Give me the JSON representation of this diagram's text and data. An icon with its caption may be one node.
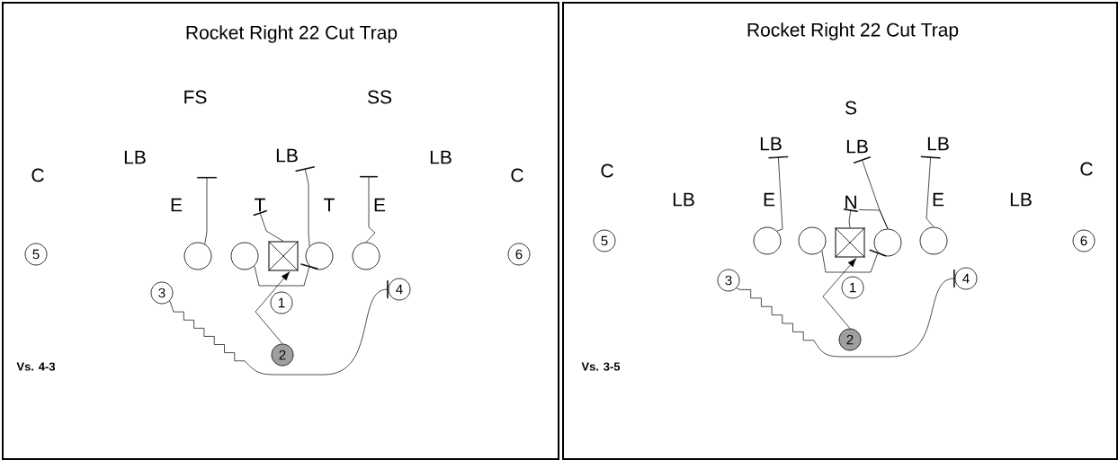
{
  "diagram": {
    "nodes": [
      {
        "text": [
          "Rocket Right 22 Cut Trap",
          "Vs. 4-3"
        ]
      },
      {
        "text": [
          "5"
        ],
        "in": 0
      },
      {
        "text": [],
        "shape": "circle",
        "in": 0
      },
      {
        "text": [],
        "shape": "circle",
        "in": 0
      },
      {
        "text": [],
        "shape": "box",
        "in": 0
      },
      {
        "text": [],
        "shape": "circle",
        "in": 0
      },
      {
        "text": [],
        "shape": "circle",
        "in": 0
      },
      {
        "text": [
          "6"
        ],
        "in": 0
      },
      {
        "text": [
          "3"
        ],
        "in": 0
      },
      {
        "text": [
          "4"
        ],
        "in": 0
      },
      {
        "text": [
          "1"
        ],
        "in": 0
      },
      {
        "text": [
          "2"
        ],
        "in": 0
      },
      {
        "text": [
          "Rocket Right 22 Cut Trap",
          "Vs. 3-5"
        ]
      },
      {
        "text": [
          "5"
        ],
        "in": 12
      },
      {
        "text": [],
        "shape": "circle",
        "in": 12
      },
      {
        "text": [],
        "shape": "circle",
        "in": 12
      },
      {
        "text": [],
        "shape": "box",
        "in": 12
      },
      {
        "text": [],
        "shape": "circle",
        "in": 12
      },
      {
        "text": [],
        "shape": "circle",
        "in": 12
      },
      {
        "text": [
          "6"
        ],
        "in": 12
      },
      {
        "text": [
          "3"
        ],
        "in": 12
      },
      {
        "text": [
          "4"
        ],
        "in": 12
      },
      {
        "text": [
          "1"
        ],
        "in": 12
      },
      {
        "text": [
          "2"
        ],
        "in": 12
      },
      {
        "text": [
          "T"
        ],
        "in": 0
      },
      {
        "text": [
          "N"
        ],
        "in": 12
      },
      {
        "text": [
          "LB"
        ],
        "in": 0
      },
      {
        "text": [
          "LB"
        ],
        "in": 12
      },
      {
        "text": [
          "LB"
        ],
        "in": 12
      },
      {
        "text": [
          "LB"
        ],
        "in": 12
      }
    ],
    "edges": [
      {
        "from": 2,
        "to": null,
        "arrow": "other"
      },
      {
        "from": 4,
        "to": 24,
        "arrow": "other"
      },
      {
        "from": 3,
        "to": 5,
        "arrow": "other"
      },
      {
        "from": 5,
        "to": 26,
        "arrow": "other"
      },
      {
        "from": 6,
        "to": null,
        "arrow": "other"
      },
      {
        "from": 11,
        "to": 4,
        "arrow": "to"
      },
      {
        "from": 8,
        "to": 9,
        "arrow": "other"
      },
      {
        "from": 14,
        "to": 27,
        "arrow": "other"
      },
      {
        "from": 16,
        "to": 25,
        "arrow": "other"
      },
      {
        "from": 15,
        "to": 17,
        "arrow": "other"
      },
      {
        "from": 17,
        "to": 29,
        "arrow": "other"
      },
      {
        "from": 18,
        "to": 28,
        "arrow": "other"
      },
      {
        "from": 23,
        "to": 16,
        "arrow": "to"
      },
      {
        "from": 20,
        "to": 21,
        "arrow": "other"
      },
      {
        "from": 17,
        "to": 25,
        "arrow": "none"
      }
    ],
    "labels": [
      "FS",
      "SS",
      "LB",
      "LB",
      "C",
      "C",
      "E",
      "T",
      "E",
      "S",
      "C",
      "C",
      "LB",
      "E",
      "E",
      "LB"
    ]
  }
}
